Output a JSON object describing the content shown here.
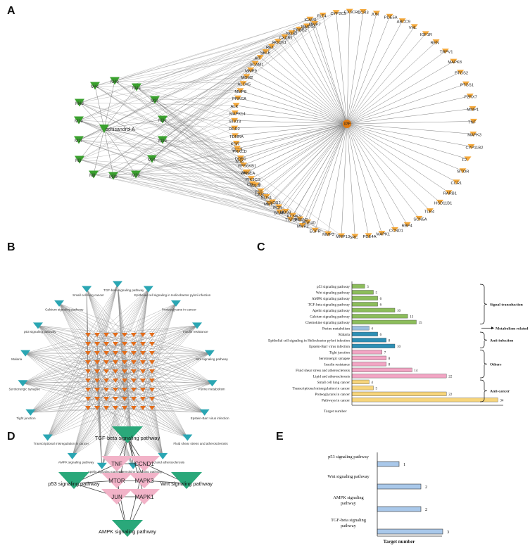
{
  "panels": {
    "a": "A",
    "b": "B",
    "c": "C",
    "d": "D",
    "e": "E"
  },
  "colors": {
    "gene_node": "#f4a83a",
    "compound_node": "#3aa12e",
    "hub_node": "#e07b12",
    "edge": "#7f7f7f",
    "pathway_node_b": "#2aa6b3",
    "target_node_b": "#e36c1a",
    "signal": "#8cbd5b",
    "metabolism": "#9bbfe0",
    "infection": "#2d8fb5",
    "others": "#f2a5c4",
    "cancer": "#f7d57c",
    "d_pathway": "#2aa87a",
    "d_gene": "#f2b3c8",
    "e_bar": "#a9c8ea"
  },
  "panel_a": {
    "hub_center": "schisandrol A",
    "hub_right": "IPF",
    "compounds": [
      "M4c",
      "M4a",
      "M3a",
      "M4d",
      "M3c",
      "M3e",
      "M1a",
      "M1c",
      "M1",
      "M3b",
      "M4",
      "M2",
      "M4b",
      "M3d",
      "M3b",
      "M1b",
      "M3c"
    ],
    "compound_labels": [
      "M4c",
      "M4b",
      "M4a",
      "M4d",
      "M3f",
      "M1e",
      "M3e",
      "M1f",
      "M3d",
      "M3",
      "M3f",
      "M8",
      "M3b",
      "M3b"
    ],
    "genes": [
      "ICAM1",
      "FLT4",
      "CYP2C9",
      "CX3CR1",
      "CCR3",
      "JUN",
      "PDE5A",
      "ABCC9",
      "VHL",
      "IGF1R",
      "REN",
      "TRPV1",
      "MAPK8",
      "PTGS2",
      "PTGS1",
      "F2RX7",
      "MMP1",
      "TNF",
      "MAPK3",
      "CYP11B2",
      "F2",
      "MTOR",
      "CCR1",
      "RARB1",
      "HSD11B1",
      "TLR4",
      "SCN5A",
      "RBP4",
      "CCND1",
      "MAPK1",
      "PDE4A",
      "SRC",
      "MMP13",
      "MMP3",
      "EGFR",
      "MMP2",
      "TGFBR1",
      "BRAF",
      "MET",
      "CASP3",
      "CDNF8",
      "PIK3CA",
      "ADA",
      "CFTR",
      "PDE4D",
      "PSEN2",
      "KCNK3",
      "NOS3",
      "PCR",
      "CXCR2",
      "NOS1",
      "F10",
      "EZH2",
      "PIK3CG",
      "JAK2",
      "RPS6KB1",
      "DDR1",
      "PRKCD",
      "KDR",
      "TDNRA",
      "DDR2",
      "STAT3",
      "MAPK14",
      "ALK",
      "PRKCA",
      "MMP8",
      "ALOX5",
      "MDM2",
      "MMP9",
      "VCAM1",
      "KIT",
      "SELE",
      "RET",
      "ROCK1",
      "CXCR1",
      "NOS2",
      "ERBB2",
      "MMP14",
      "MMP7"
    ]
  },
  "panel_b": {
    "pathways": [
      "TGF-beta signaling pathway",
      "Epithelial cell signaling in Helicobacter pylori infection",
      "Proteoglycans in cancer",
      "Insulin resistance",
      "Wnt signaling pathway",
      "Purine metabolism",
      "Epstein-Barr virus infection",
      "Fluid shear stress and atherosclerosis",
      "Lipid and atherosclerosis",
      "Chemokine signaling pathway",
      "Apelin signaling pathway",
      "AMPK signaling pathway",
      "Transcriptional misregulation in cancer",
      "Tight junction",
      "Serotonergic synapse",
      "Malaria",
      "p53 signaling pathway",
      "Calcium signaling pathway",
      "Small cell lung cancer"
    ]
  },
  "panel_c": {
    "xlabel": "Target number",
    "bars": [
      {
        "label": "p53 signaling pathway",
        "value": 3,
        "group": "signal"
      },
      {
        "label": "Wnt signaling pathway",
        "value": 5,
        "group": "signal"
      },
      {
        "label": "AMPK signaling pathway",
        "value": 6,
        "group": "signal"
      },
      {
        "label": "TGF-beta signaling pathway",
        "value": 6,
        "group": "signal"
      },
      {
        "label": "Apelin signaling pathway",
        "value": 10,
        "group": "signal"
      },
      {
        "label": "Calcium signaling pathway",
        "value": 13,
        "group": "signal"
      },
      {
        "label": "Chemokine signaling pathway",
        "value": 15,
        "group": "signal"
      },
      {
        "label": "Purine metabolism",
        "value": 4,
        "group": "metabolism"
      },
      {
        "label": "Malaria",
        "value": 6,
        "group": "infection"
      },
      {
        "label": "Epithelial cell signaling in Helicobacter pylori infection",
        "value": 8,
        "group": "infection"
      },
      {
        "label": "Epstein-Barr virus infection",
        "value": 10,
        "group": "infection"
      },
      {
        "label": "Tight junction",
        "value": 7,
        "group": "others"
      },
      {
        "label": "Serotonergic synapse",
        "value": 8,
        "group": "others"
      },
      {
        "label": "Insulin resistance",
        "value": 8,
        "group": "others"
      },
      {
        "label": "Fluid shear stress and atherosclerosis",
        "value": 14,
        "group": "others"
      },
      {
        "label": "Lipid and atherosclerosis",
        "value": 22,
        "group": "others"
      },
      {
        "label": "Small cell lung cancer",
        "value": 4,
        "group": "cancer"
      },
      {
        "label": "Transcriptional misregulation in cancer",
        "value": 5,
        "group": "cancer"
      },
      {
        "label": "Proteoglycans in cancer",
        "value": 22,
        "group": "cancer"
      },
      {
        "label": "Pathways in cancer",
        "value": 34,
        "group": "cancer"
      }
    ],
    "groups": [
      {
        "name": "Signal transduction",
        "key": "signal"
      },
      {
        "name": "Metabolism related",
        "key": "metabolism"
      },
      {
        "name": "Anti-infection",
        "key": "infection"
      },
      {
        "name": "Others",
        "key": "others"
      },
      {
        "name": "Anti-cancer",
        "key": "cancer"
      }
    ]
  },
  "chart_data": {
    "type": "bar",
    "categories": [
      "p53 signaling pathway",
      "Wnt signaling pathway",
      "AMPK signaling pathway",
      "TGF-beta signaling pathway"
    ],
    "values": [
      1,
      2,
      2,
      3
    ],
    "xlabel": "Target number",
    "xlim": [
      0,
      3.5
    ]
  },
  "panel_d": {
    "pathways": [
      "TGF-beta signaling pathway",
      "p53 signaling pathway",
      "Wnt signaling pathway",
      "AMPK signaling pathway"
    ],
    "genes": [
      "TNF",
      "CCND1",
      "MTOR",
      "MAPK3",
      "JUN",
      "MAPK1"
    ]
  },
  "panel_e": {
    "labels": [
      "p53 signaling pathway",
      "Wnt signaling pathway",
      "AMPK signaling\npathway",
      "TGF-beta signaling\npathway"
    ]
  }
}
